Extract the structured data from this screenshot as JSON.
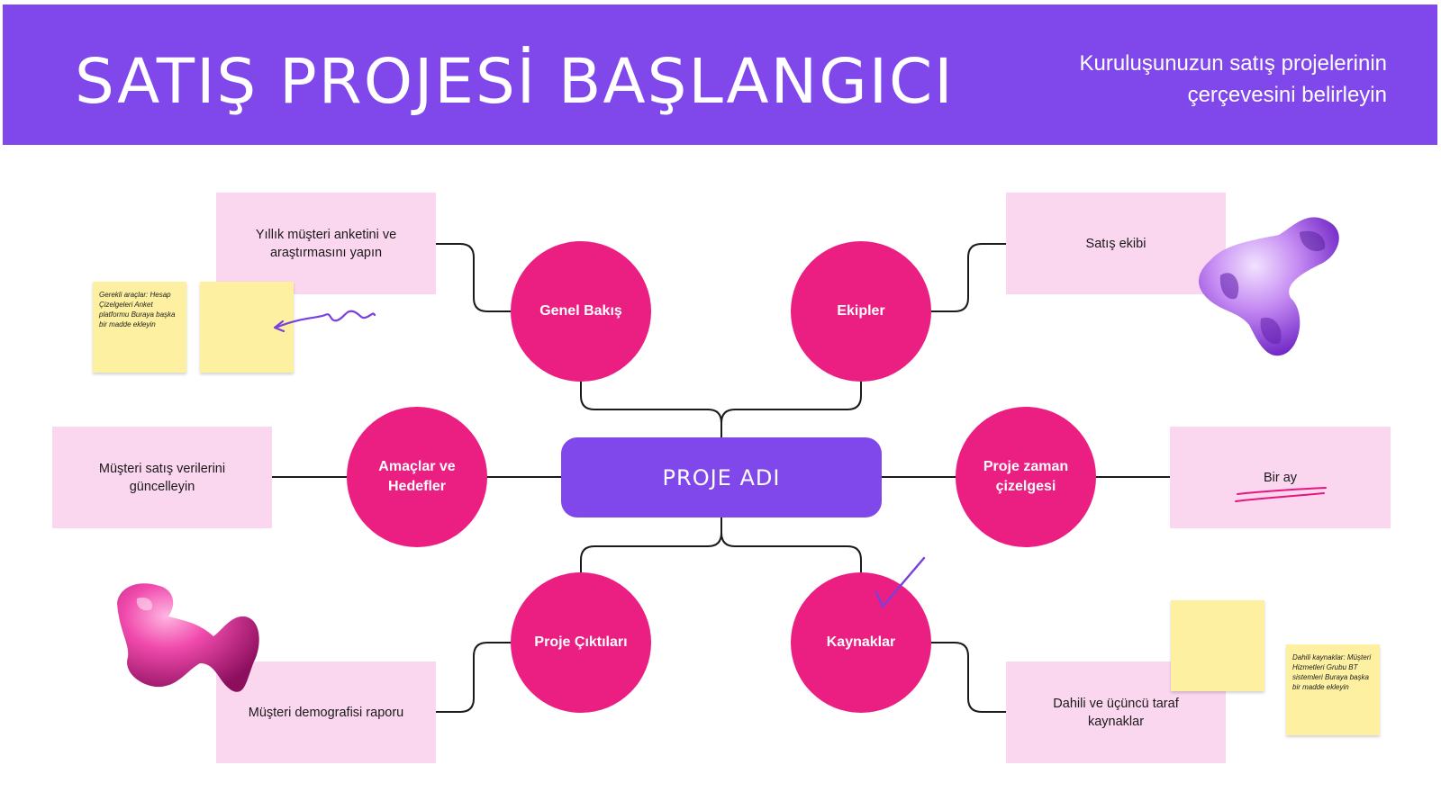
{
  "header": {
    "title": "SATIŞ PROJESİ BAŞLANGICI",
    "subtitle_line1": "Kuruluşunuzun satış projelerinin",
    "subtitle_line2": "çerçevesini belirleyin"
  },
  "center": {
    "label": "PROJE ADI"
  },
  "topics": {
    "overview": "Genel Bakış",
    "teams": "Ekipler",
    "goals": "Amaçlar ve Hedefler",
    "timeline": "Proje zaman çizelgesi",
    "outputs": "Proje Çıktıları",
    "resources": "Kaynaklar"
  },
  "notes": {
    "overview": "Yıllık müşteri anketini ve araştırmasını yapın",
    "teams": "Satış ekibi",
    "goals": "Müşteri satış verilerini güncelleyin",
    "timeline": "Bir ay",
    "outputs": "Müşteri demografisi raporu",
    "resources": "Dahili ve üçüncü taraf kaynaklar"
  },
  "stickies": {
    "left_note": "Gerekli araçlar: Hesap Çizelgeleri Anket platformu Buraya başka bir madde ekleyin",
    "right_note": "Dahili kaynaklar: Müşteri Hizmetleri Grubu BT sistemleri Buraya başka bir madde ekleyin"
  },
  "colors": {
    "purple": "#8047ea",
    "magenta": "#eb1e82",
    "pink_card": "#fbd7ef",
    "sticky_yellow": "#fdf0a1",
    "line": "#1a1a1a"
  }
}
